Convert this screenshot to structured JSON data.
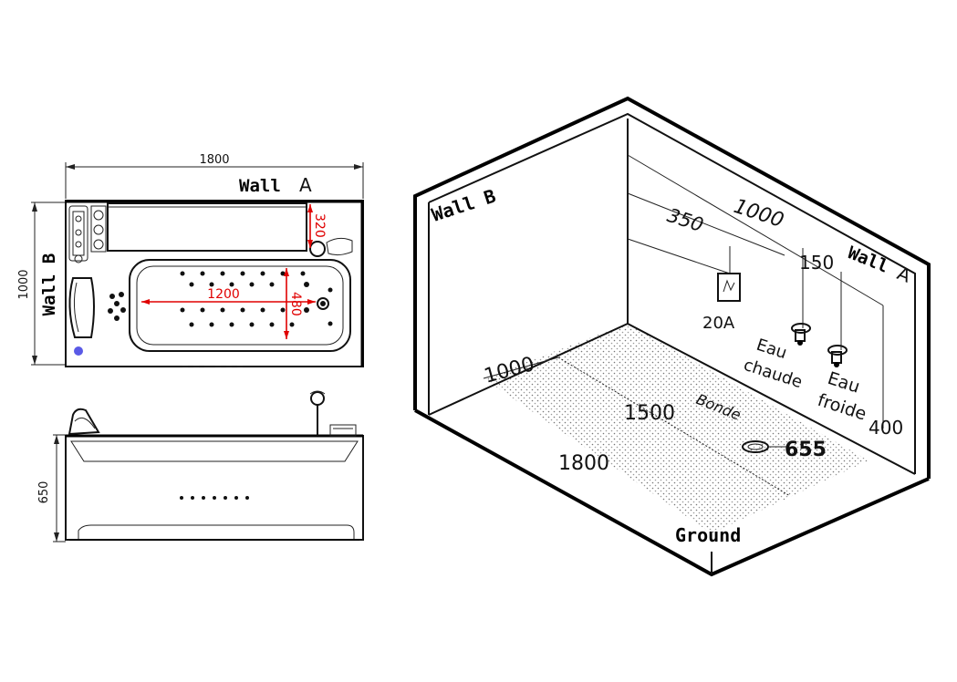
{
  "top_view": {
    "dim_length": "1800",
    "dim_width": "1000",
    "wall_a_word": "Wall",
    "wall_a_letter": "A",
    "wall_b": "Wall B",
    "dim_inner_length": "1200",
    "dim_inner_width": "480",
    "dim_offset": "320"
  },
  "side_view": {
    "dim_height": "650"
  },
  "room_view": {
    "wall_b": "Wall B",
    "wall_a_word": "Wall",
    "wall_a_letter": "A",
    "dim_350": "350",
    "dim_1000_wall": "1000",
    "dim_150": "150",
    "dim_400": "400",
    "outlet_label": "20A",
    "hot_water_1": "Eau",
    "hot_water_2": "chaude",
    "cold_water_1": "Eau",
    "cold_water_2": "froide",
    "dim_1000_floor": "1000",
    "dim_1500": "1500",
    "dim_1800": "1800",
    "drain_label": "Bonde",
    "dim_655": "655",
    "ground": "Ground"
  }
}
